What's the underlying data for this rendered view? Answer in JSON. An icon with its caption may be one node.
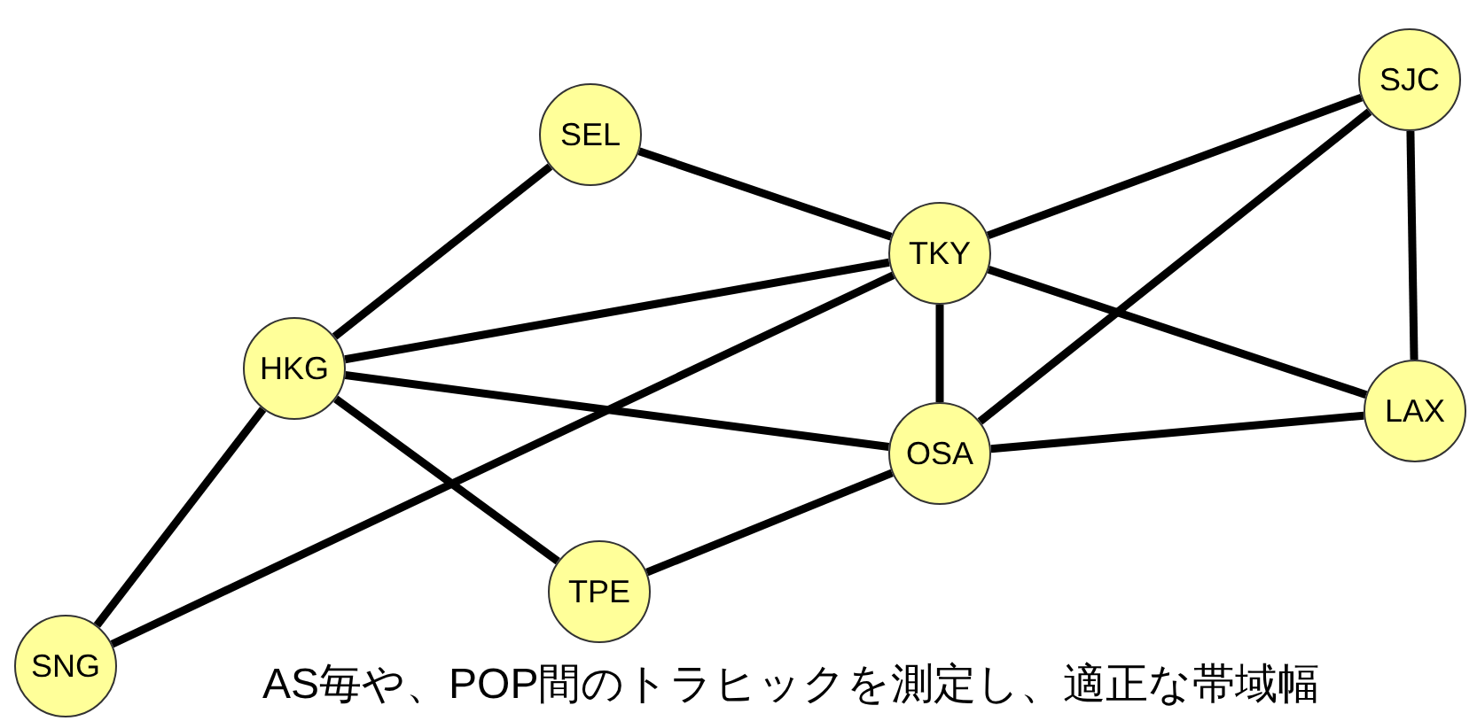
{
  "diagram": {
    "nodes": [
      {
        "text": [
          "SEL"
        ]
      },
      {
        "text": [
          "SJC"
        ]
      },
      {
        "text": [
          "TKY"
        ]
      },
      {
        "text": [
          "HKG"
        ]
      },
      {
        "text": [
          "OSA"
        ]
      },
      {
        "text": [
          "LAX"
        ]
      },
      {
        "text": [
          "TPE"
        ]
      },
      {
        "text": [
          "SNG"
        ]
      }
    ],
    "edges": [
      {
        "from": 0,
        "to": 3,
        "arrow": "none"
      },
      {
        "from": 0,
        "to": 2,
        "arrow": "none"
      },
      {
        "from": 3,
        "to": 2,
        "arrow": "none"
      },
      {
        "from": 3,
        "to": 4,
        "arrow": "none"
      },
      {
        "from": 3,
        "to": 6,
        "arrow": "none"
      },
      {
        "from": 3,
        "to": 7,
        "arrow": "none"
      },
      {
        "from": 7,
        "to": 2,
        "arrow": "none"
      },
      {
        "from": 2,
        "to": 4,
        "arrow": "none"
      },
      {
        "from": 2,
        "to": 1,
        "arrow": "none"
      },
      {
        "from": 2,
        "to": 5,
        "arrow": "none"
      },
      {
        "from": 4,
        "to": 1,
        "arrow": "none"
      },
      {
        "from": 4,
        "to": 5,
        "arrow": "none"
      },
      {
        "from": 6,
        "to": 4,
        "arrow": "none"
      },
      {
        "from": 1,
        "to": 5,
        "arrow": "none"
      }
    ],
    "labels": [
      "AS毎や、POP間のトラヒックを測定し、適正な帯域幅"
    ]
  }
}
